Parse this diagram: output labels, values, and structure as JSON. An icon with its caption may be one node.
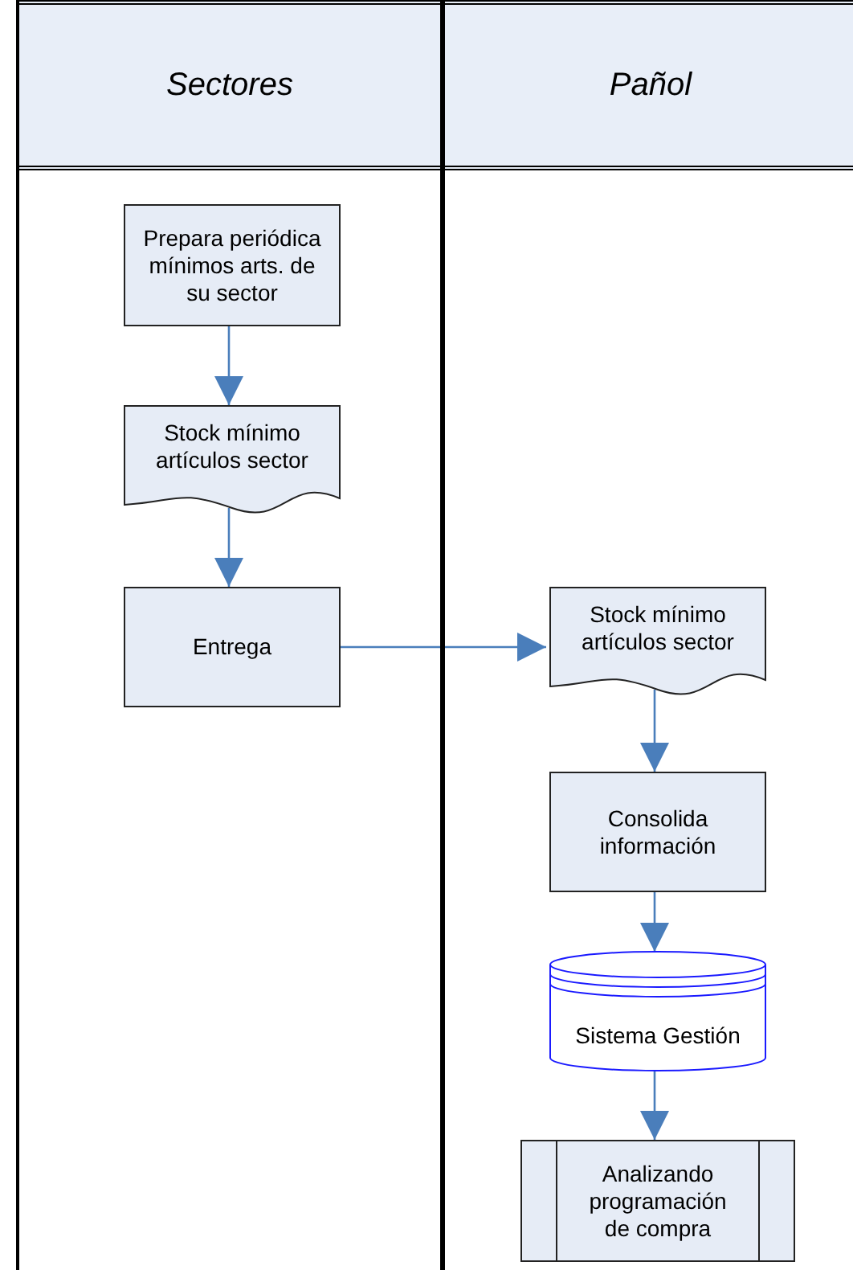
{
  "diagram": {
    "nodes": [
      {
        "text": [
          "Sectores"
        ]
      },
      {
        "text": [
          "Pañol"
        ]
      },
      {
        "text": [
          "Prepara periódica mínimos arts. de su sector"
        ],
        "in": 0
      },
      {
        "text": [
          "Stock mínimo artículos sector"
        ],
        "in": 0
      },
      {
        "text": [
          "Entrega"
        ],
        "in": 0
      },
      {
        "text": [
          "Stock mínimo artículos sector"
        ],
        "in": 1
      },
      {
        "text": [
          "Consolida información"
        ],
        "in": 1
      },
      {
        "text": [
          "Sistema Gestión"
        ],
        "in": 1
      },
      {
        "text": [
          "Analizando programación de compra"
        ],
        "in": 1
      }
    ],
    "edges": [
      {
        "from": 2,
        "to": 3,
        "arrow": "to"
      },
      {
        "from": 3,
        "to": 4,
        "arrow": "to"
      },
      {
        "from": 4,
        "to": 5,
        "arrow": "to"
      },
      {
        "from": 5,
        "to": 6,
        "arrow": "to"
      },
      {
        "from": 6,
        "to": 7,
        "arrow": "to"
      },
      {
        "from": 7,
        "to": 8,
        "arrow": "to"
      }
    ]
  }
}
